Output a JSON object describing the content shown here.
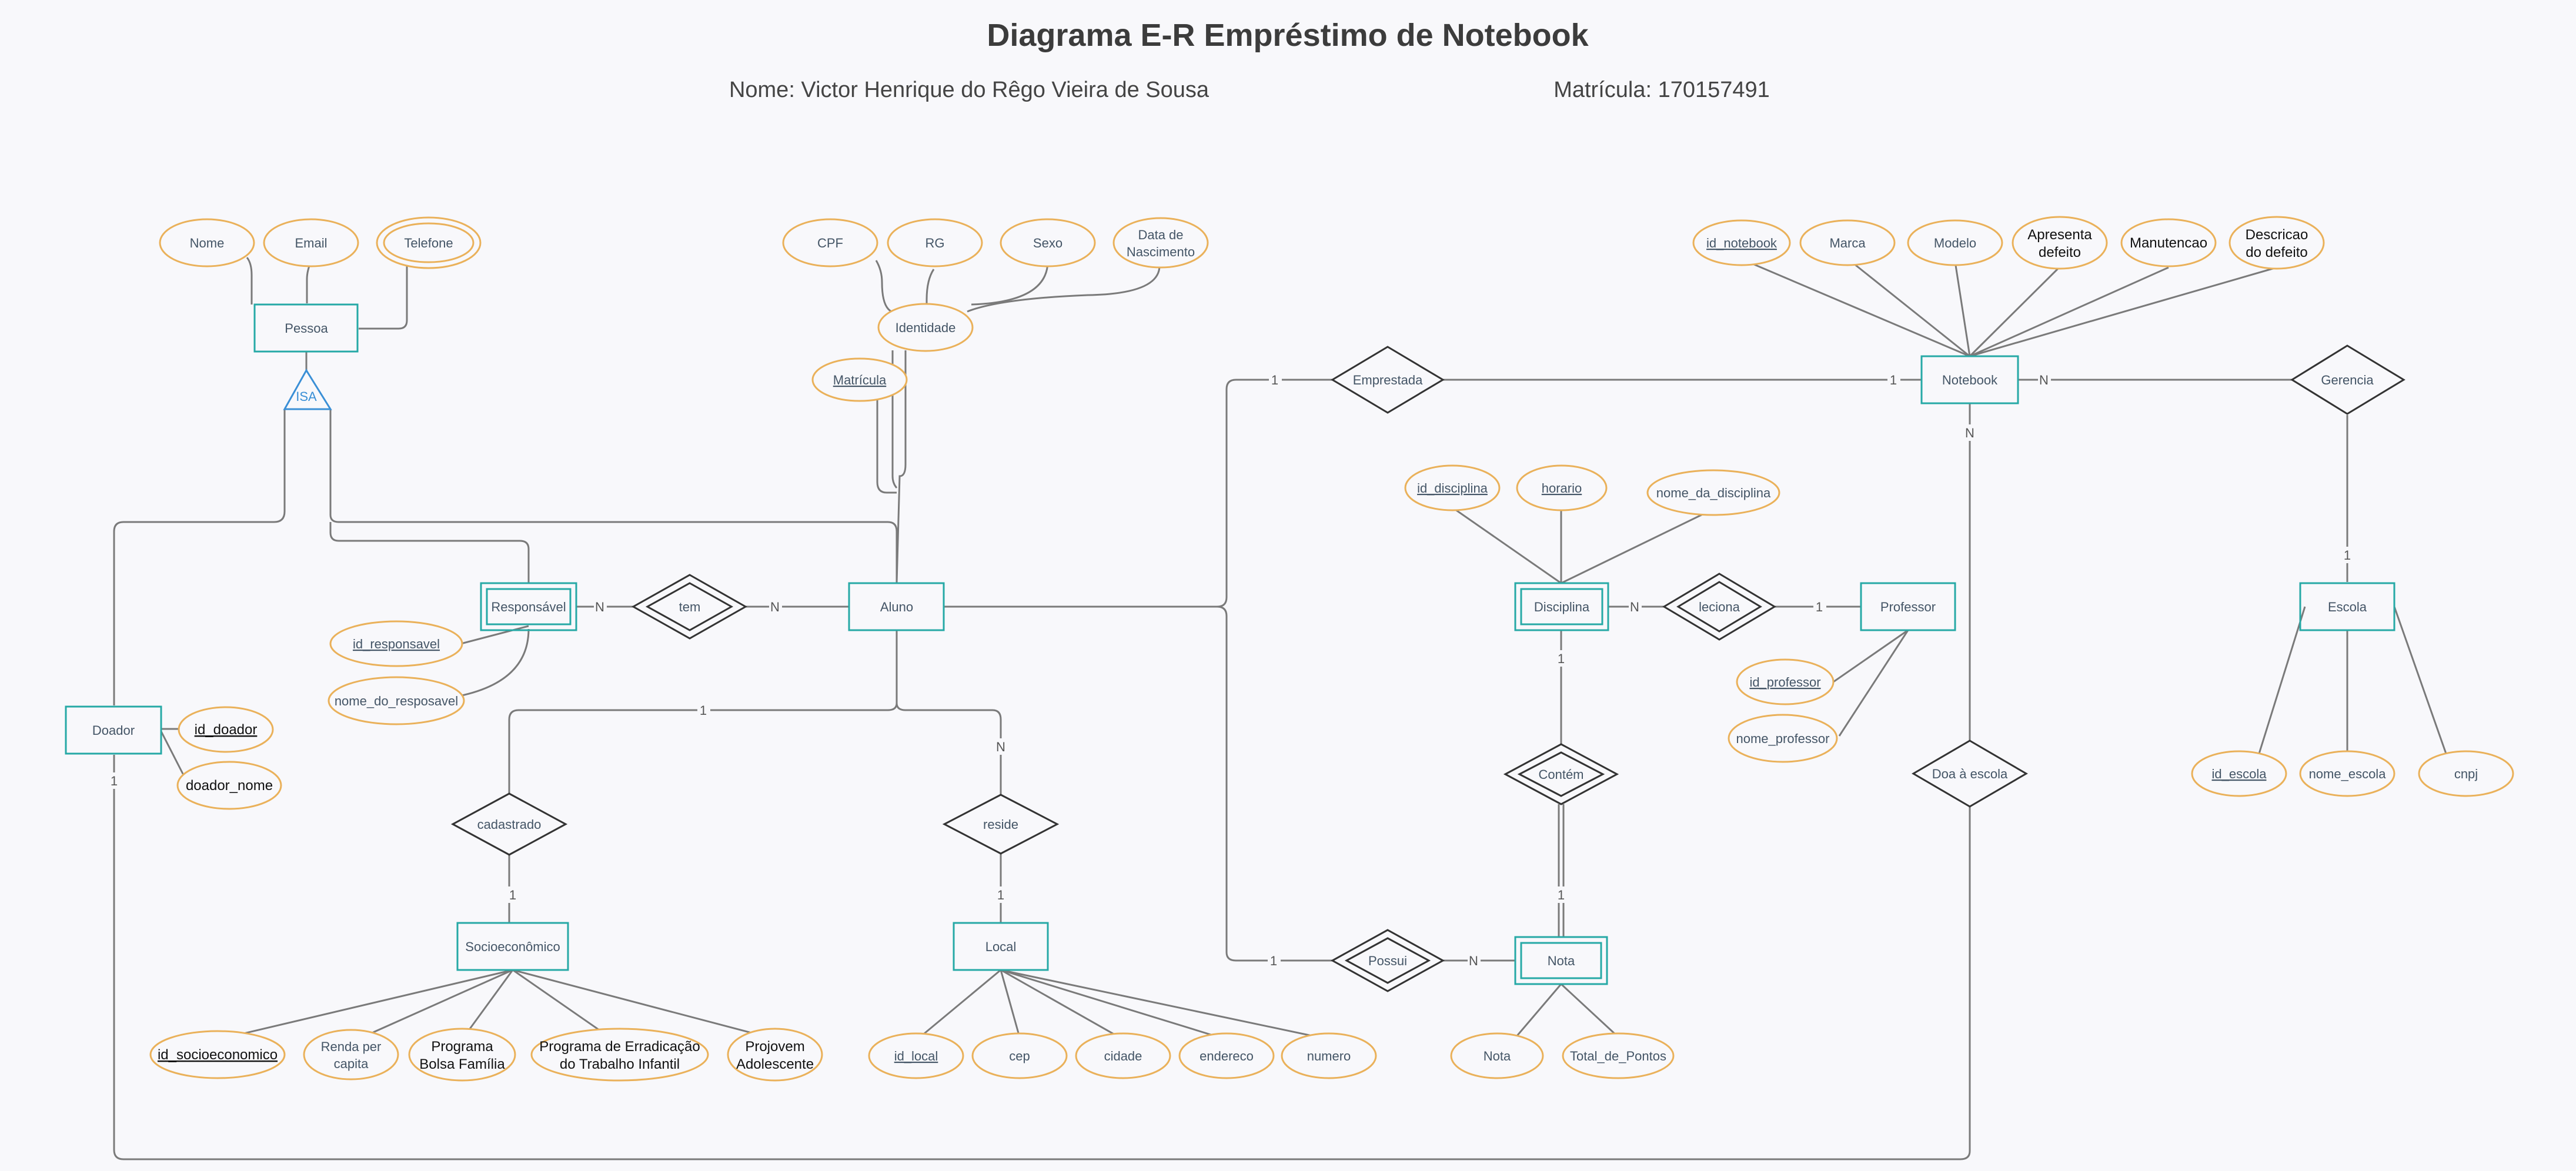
{
  "header": {
    "title": "Diagrama E-R Empréstimo de Notebook",
    "nome": "Nome: Victor Henrique do Rêgo Vieira de Sousa",
    "matricula": "Matrícula: 170157491"
  },
  "entities": {
    "pessoa": "Pessoa",
    "responsavel": "Responsável",
    "aluno": "Aluno",
    "doador": "Doador",
    "socioeconomico": "Socioeconômico",
    "local": "Local",
    "notebook": "Notebook",
    "disciplina": "Disciplina",
    "professor": "Professor",
    "escola": "Escola",
    "nota": "Nota"
  },
  "isa": "ISA",
  "relationships": {
    "tem": "tem",
    "cadastrado": "cadastrado",
    "reside": "reside",
    "emprestada": "Emprestada",
    "gerencia": "Gerencia",
    "leciona": "leciona",
    "contem": "Contém",
    "possui": "Possui",
    "doa_escola": "Doa à escola"
  },
  "attributes": {
    "nome": "Nome",
    "email": "Email",
    "telefone": "Telefone",
    "cpf": "CPF",
    "rg": "RG",
    "sexo": "Sexo",
    "data_nasc_1": "Data de",
    "data_nasc_2": "Nascimento",
    "identidade": "Identidade",
    "matricula": "Matrícula",
    "id_responsavel": "id_responsavel",
    "nome_responsavel": "nome_do_resposavel",
    "id_doador": "id_doador",
    "doador_nome": "doador_nome",
    "id_socioeconomico": "id_socioeconomico",
    "renda_1": "Renda per",
    "renda_2": "capita",
    "bolsa_1": "Programa",
    "bolsa_2": "Bolsa Família",
    "peti_1": "Programa de Erradicação",
    "peti_2": "do Trabalho Infantil",
    "projovem_1": "Projovem",
    "projovem_2": "Adolescente",
    "id_local": "id_local",
    "cep": "cep",
    "cidade": "cidade",
    "endereco": "endereco",
    "numero": "numero",
    "id_notebook": "id_notebook",
    "marca": "Marca",
    "modelo": "Modelo",
    "defeito_1": "Apresenta",
    "defeito_2": "defeito",
    "manutencao": "Manutencao",
    "descricao_1": "Descricao",
    "descricao_2": "do defeito",
    "id_disciplina": "id_disciplina",
    "horario": "horario",
    "nome_disciplina": "nome_da_disciplina",
    "id_professor": "id_professor",
    "nome_professor": "nome_professor",
    "id_escola": "id_escola",
    "nome_escola": "nome_escola",
    "cnpj": "cnpj",
    "nota": "Nota",
    "total_pontos": "Total_de_Pontos"
  },
  "cardinalities": {
    "resp_tem": "N",
    "tem_aluno": "N",
    "aluno_cadastrado": "1",
    "cadastrado_socio": "1",
    "aluno_reside": "N",
    "reside_local": "1",
    "aluno_emprestada": "1",
    "emprestada_notebook": "1",
    "notebook_gerencia": "N",
    "gerencia_escola": "1",
    "notebook_doa": "N",
    "doador_doa": "1",
    "disciplina_leciona": "N",
    "leciona_professor": "1",
    "disciplina_contem": "1",
    "contem_nota": "1",
    "aluno_possui": "1",
    "possui_nota": "N"
  },
  "colors": {
    "entity": "#26a9a6",
    "attribute": "#eab15a",
    "isa": "#3a8fd6",
    "line": "#7a7a7a",
    "relationship": "#333333"
  }
}
